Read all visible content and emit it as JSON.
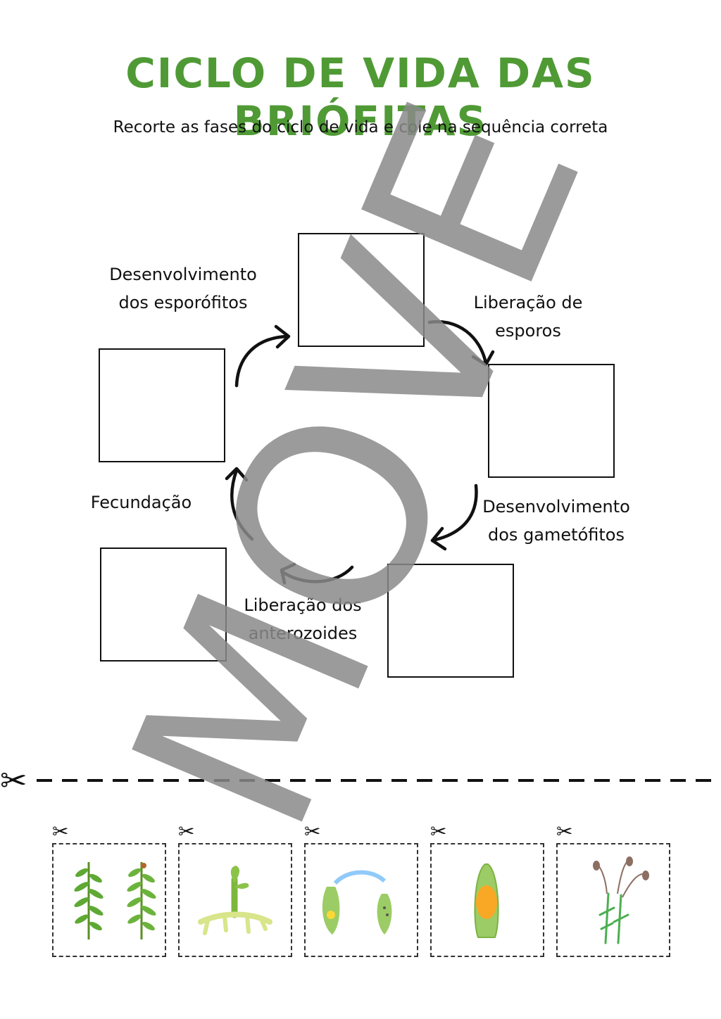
{
  "title": "CICLO DE VIDA DAS BRIÓFITAS",
  "subtitle": "Recorte as fases do ciclo de vida e cole na sequência correta",
  "labels": {
    "desenvolvimento_esporofitos": [
      "Desenvolvimento",
      "dos esporófitos"
    ],
    "liberacao_esporos": [
      "Liberação de",
      "esporos"
    ],
    "desenvolvimento_gametofitos": [
      "Desenvolvimento",
      "dos gametófitos"
    ],
    "fecundacao": "Fecundação",
    "liberacao_anterozoides": [
      "Liberação dos",
      "anterozoides"
    ]
  },
  "watermark": "MOVE",
  "cards": [
    {
      "name": "moss-gametophyte-plants"
    },
    {
      "name": "protonema-sprout"
    },
    {
      "name": "antherozoid-transfer"
    },
    {
      "name": "archegonium-zygote"
    },
    {
      "name": "moss-sporophyte-capsules"
    }
  ],
  "colors": {
    "title": "#4f9a35",
    "watermark": "#8a8a8a"
  },
  "icons": {
    "scissors": "scissors-icon"
  }
}
